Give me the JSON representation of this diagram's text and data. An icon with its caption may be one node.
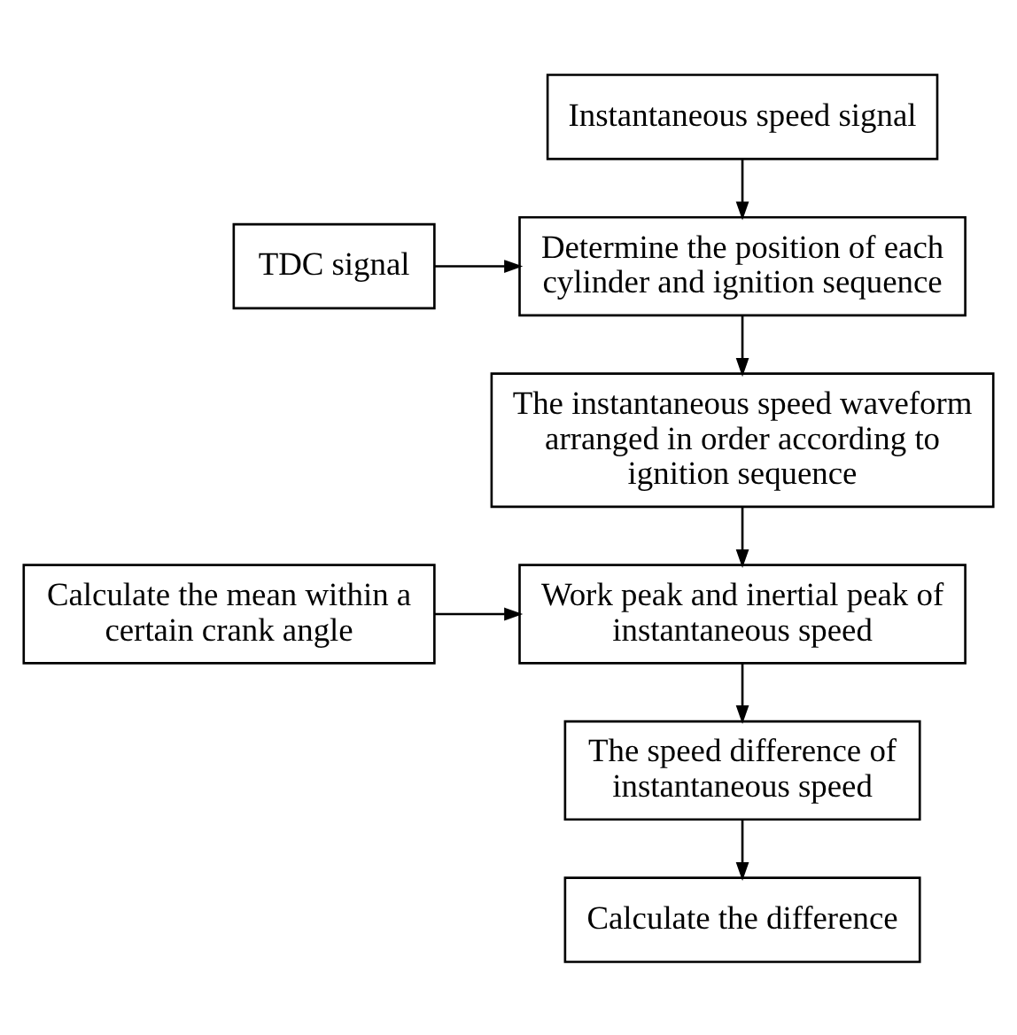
{
  "diagram": {
    "nodes": [
      {
        "text": [
          "Instantaneous speed signal"
        ]
      },
      {
        "text": [
          "TDC signal"
        ]
      },
      {
        "text": [
          "Determine the position of each cylinder and ignition sequence"
        ]
      },
      {
        "text": [
          "The instantaneous speed waveform arranged in order according to ignition sequence"
        ]
      },
      {
        "text": [
          "Calculate the mean within a certain crank angle"
        ]
      },
      {
        "text": [
          "Work peak and inertial peak of instantaneous speed"
        ]
      },
      {
        "text": [
          "The speed difference of instantaneous speed"
        ]
      },
      {
        "text": [
          "Calculate the difference"
        ]
      }
    ],
    "edges": [
      {
        "from": 0,
        "to": 2,
        "arrow": "to"
      },
      {
        "from": 1,
        "to": 2,
        "arrow": "to"
      },
      {
        "from": 2,
        "to": 3,
        "arrow": "to"
      },
      {
        "from": 3,
        "to": 5,
        "arrow": "to"
      },
      {
        "from": 4,
        "to": 5,
        "arrow": "to"
      },
      {
        "from": 5,
        "to": 6,
        "arrow": "to"
      },
      {
        "from": 6,
        "to": 7,
        "arrow": "to"
      }
    ]
  }
}
